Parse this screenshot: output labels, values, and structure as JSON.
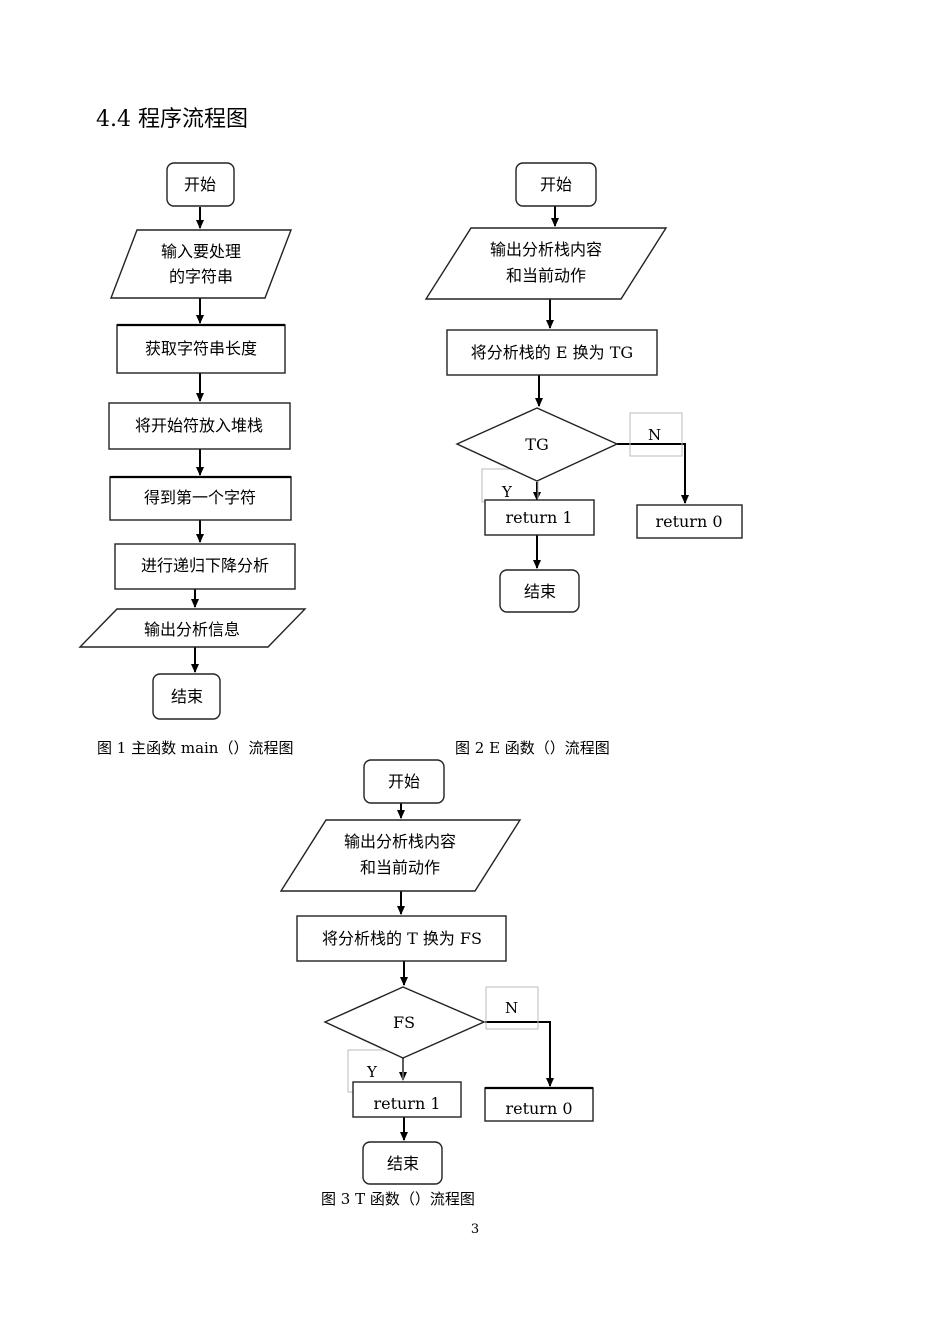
{
  "section_heading": "4.4 程序流程图",
  "page_number": "3",
  "main_chart": {
    "caption": "图 1  主函数 main（）流程图",
    "start": "开始",
    "input_line1": "输入要处理",
    "input_line2": "的字符串",
    "step1": "获取字符串长度",
    "step2": "将开始符放入堆栈",
    "step3": "得到第一个字符",
    "step4": "进行递归下降分析",
    "output": "输出分析信息",
    "end": "结束"
  },
  "e_chart": {
    "caption": "图 2  E 函数（）流程图",
    "start": "开始",
    "output_line1": "输出分析栈内容",
    "output_line2": "和当前动作",
    "replace": "将分析栈的 E 换为 TG",
    "decision": "TG",
    "yes_label": "Y",
    "no_label": "N",
    "yes_return": "return 1",
    "no_return": "return 0",
    "end": "结束"
  },
  "t_chart": {
    "caption": "图 3  T 函数（）流程图",
    "start": "开始",
    "output_line1": "输出分析栈内容",
    "output_line2": "和当前动作",
    "replace": "将分析栈的 T 换为 FS",
    "decision": "FS",
    "yes_label": "Y",
    "no_label": "N",
    "yes_return": "return 1",
    "no_return": "return 0",
    "end": "结束"
  }
}
